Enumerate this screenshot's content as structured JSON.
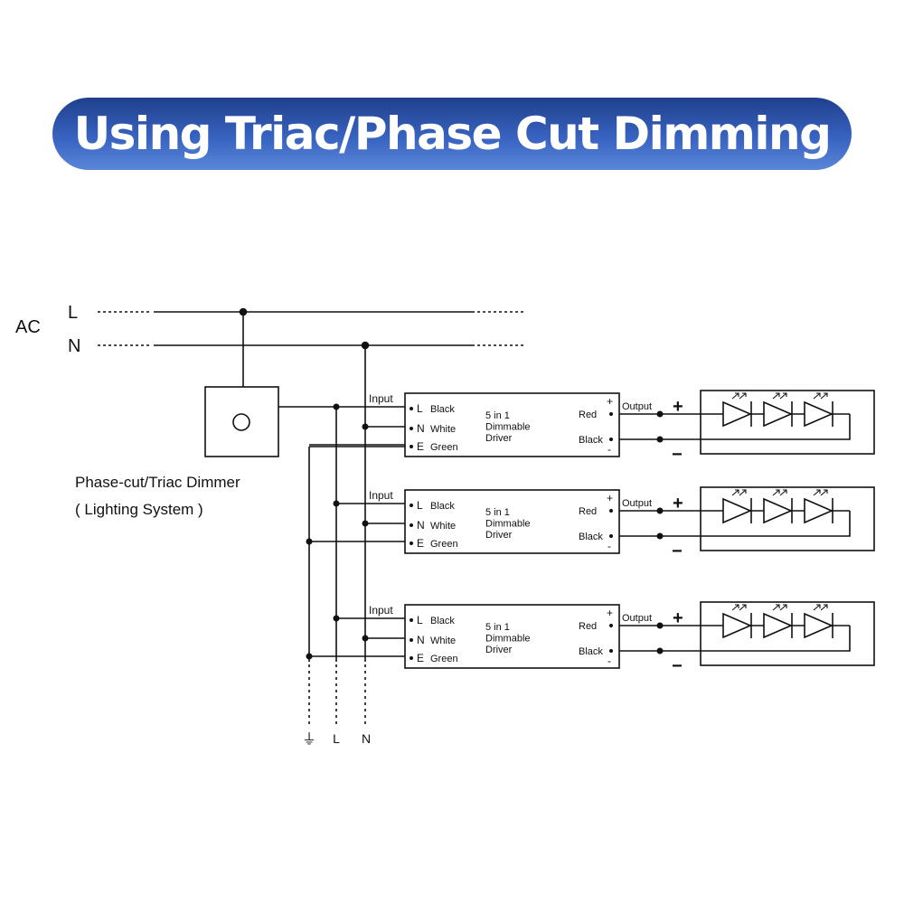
{
  "title": "Using Triac/Phase Cut Dimming",
  "ac": {
    "label": "AC",
    "l": "L",
    "n": "N"
  },
  "dimmer": {
    "line1": "Phase-cut/Triac Dimmer",
    "line2": "( Lighting System )"
  },
  "driver": {
    "input": "Input",
    "pins": [
      {
        "pin": "L",
        "color": "Black"
      },
      {
        "pin": "N",
        "color": "White"
      },
      {
        "pin": "E",
        "color": "Green"
      }
    ],
    "name": [
      "5 in 1",
      "Dimmable",
      "Driver"
    ],
    "plus": "+",
    "minus": "-",
    "red": "Red",
    "black": "Black",
    "output": "Output",
    "out_plus": "+",
    "out_minus": "−"
  },
  "driver_count": 3,
  "bottom": {
    "earth": "⏚",
    "l": "L",
    "n": "N"
  }
}
